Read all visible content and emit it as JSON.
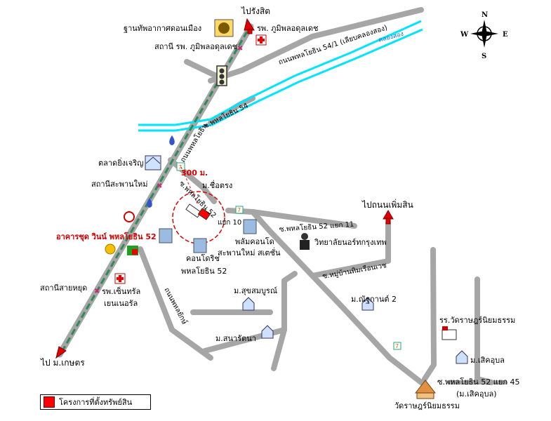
{
  "places": {
    "rangsit": "ไปรังสิต",
    "kaset": "ไป ม.เกษตร",
    "perm_sin": "ไปถนนเพิ่มสิน",
    "radar": "ฐานทัพอากาศดอนเมือง",
    "bhumibol_hosp": "รพ. ภูมิพลอดุลเดช",
    "bhumibol_station": "สถานี รพ. ภูมิพลอดุลเดช",
    "market": "ตลาดยิ่งเจริญ",
    "saphan_mai_station": "สถานีสะพานใหม่",
    "project": "อาคารชุด วินน์ พหลโยธิน 52",
    "mor_chuetrong": "ม.ชื่อตรง",
    "radius": "300 ม.",
    "phalm_condo_1": "พลัมคอนโด",
    "phalm_condo_2": "สะพานใหม่ สเตชั่น",
    "condo_rich_1": "คอนโดริช",
    "condo_rich_2": "พหลโยธิน 52",
    "college": "วิทยาลัยนอร์ทกรุงเทพ",
    "sai_yud_station": "สถานีสายหยุด",
    "central_hosp_1": "รพ.เซ็นทรัล",
    "central_hosp_2": "เยนเนอรัล",
    "suksomboon": "ม.สุขสมบูรณ์",
    "sanarat": "ม.สนารัตนา",
    "chalathan": "ม.ณัฐกานต์ 2",
    "school": "รร.วัดราษฎร์นิยมธรรม",
    "serm_kun": "ม.เสิคอุบล",
    "temple": "วัดราษฎร์นิยมธรรม",
    "soi45_1": "ซ.พหลโยธิน 52 แยก 45",
    "soi45_2": "(ม.เสิคอุบล)"
  },
  "roads": {
    "phahon": "ถนนพหลโยธิน",
    "phahon541": "ถนนพหลโยธิน 54/1 (เลียบคลองสอง)",
    "canal2": "คลองสอง",
    "soi54": "ซ.พหลโยธิน 54",
    "soi52": "ซ.พหลโยธิน 52",
    "yaek10": "แยก 10",
    "yaek11": "ซ.พหลโยธิน 52 แยก 11",
    "soi_ban": "ซ.หมู่บ้านทิมเรือนเวช",
    "saphan_mai_rd": "ถนนพหลยักษ์"
  },
  "compass": {
    "n": "N",
    "s": "S",
    "e": "E",
    "w": "W"
  },
  "legend": {
    "label": "โครงการที่ตั้งทรัพย์สิน"
  },
  "colors": {
    "road": "#a6a6a6",
    "canal": "#00e5ff",
    "project": "#ff0000",
    "bts": "#2e8b57"
  }
}
